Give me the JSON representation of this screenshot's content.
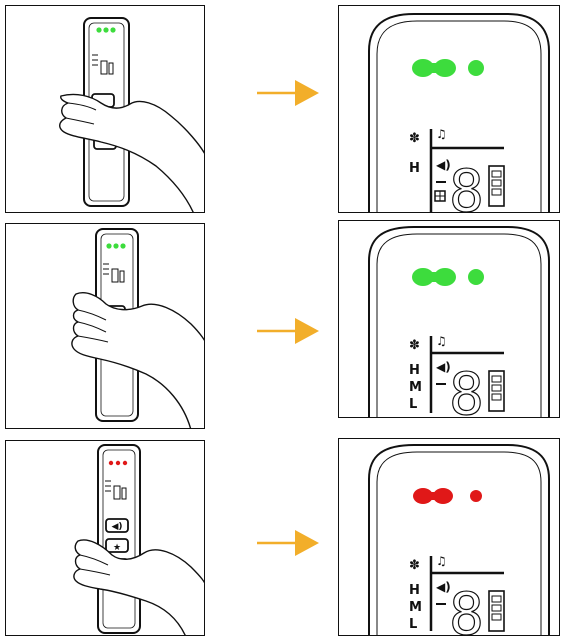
{
  "colors": {
    "green": "#3ddc3d",
    "red": "#e01818",
    "arrow": "#f2ae2a",
    "line": "#111111"
  },
  "display_labels": {
    "high": "H",
    "medium": "M",
    "low": "L",
    "digit": "8"
  },
  "rows": [
    {
      "id": "row-1",
      "led_state": "green",
      "pressed_button": "button-1",
      "levels_shown": [
        "H"
      ],
      "extra_icon": "grid-icon"
    },
    {
      "id": "row-2",
      "led_state": "green",
      "pressed_button": "button-3",
      "levels_shown": [
        "H",
        "M",
        "L"
      ],
      "extra_icon": ""
    },
    {
      "id": "row-3",
      "led_state": "red",
      "pressed_button": "button-3",
      "levels_shown": [
        "H",
        "M",
        "L"
      ],
      "extra_icon": ""
    }
  ]
}
